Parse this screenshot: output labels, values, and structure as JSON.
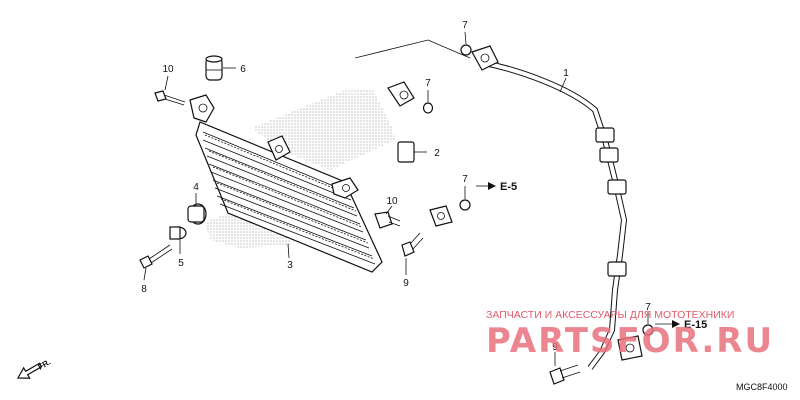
{
  "callouts": {
    "c1": "1",
    "c2": "2",
    "c3": "3",
    "c4": "4",
    "c5": "5",
    "c6": "6",
    "c7a": "7",
    "c7b": "7",
    "c7c": "7",
    "c7d": "7",
    "c8": "8",
    "c9a": "9",
    "c9b": "9",
    "c10a": "10",
    "c10b": "10"
  },
  "references": {
    "e5": "E-5",
    "e15": "E-15"
  },
  "direction_label": "FR.",
  "diagram_code": "MGC8F4000",
  "watermark": {
    "caption": "ЗАПЧАСТИ И АКСЕССУАРЫ ДЛЯ МОТОТЕХНИКИ",
    "brand": "PARTSFOR.RU"
  }
}
